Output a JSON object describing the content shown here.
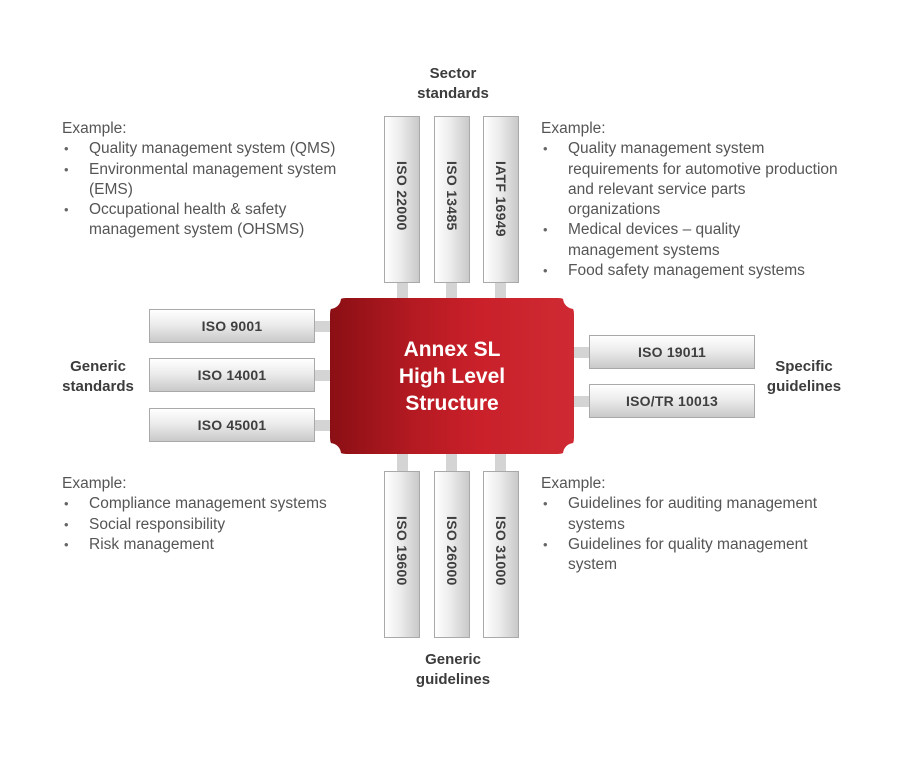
{
  "center": {
    "lines": [
      "Annex SL",
      "High Level",
      "Structure"
    ]
  },
  "groups": {
    "sector_standards": {
      "heading": [
        "Sector",
        "standards"
      ],
      "items": [
        "ISO 22000",
        "ISO 13485",
        "IATF 16949"
      ]
    },
    "generic_standards": {
      "heading": [
        "Generic",
        "standards"
      ],
      "items": [
        "ISO 9001",
        "ISO 14001",
        "ISO 45001"
      ]
    },
    "specific_guidelines": {
      "heading": [
        "Specific",
        "guidelines"
      ],
      "items": [
        "ISO 19011",
        "ISO/TR 10013"
      ]
    },
    "generic_guidelines": {
      "heading": [
        "Generic",
        "guidelines"
      ],
      "items": [
        "ISO 19600",
        "ISO 26000",
        "ISO 31000"
      ]
    }
  },
  "examples": {
    "top_left": {
      "title": "Example:",
      "items": [
        "Quality management system (QMS)",
        "Environmental management system (EMS)",
        "Occupational health & safety management system (OHSMS)"
      ]
    },
    "top_right": {
      "title": "Example:",
      "items": [
        "Quality management system requirements for automotive production and relevant service parts organizations",
        "Medical devices – quality management systems",
        "Food safety management systems"
      ]
    },
    "bottom_left": {
      "title": "Example:",
      "items": [
        "Compliance management systems",
        "Social responsibility",
        "Risk management"
      ]
    },
    "bottom_right": {
      "title": "Example:",
      "items": [
        "Guidelines for auditing management systems",
        "Guidelines for quality management system"
      ]
    }
  }
}
